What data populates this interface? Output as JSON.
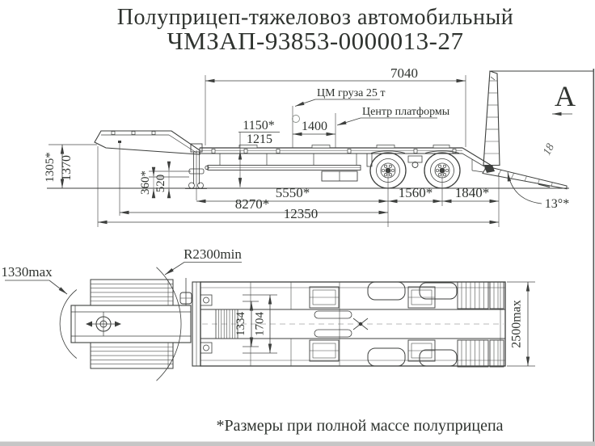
{
  "title": {
    "line1": "Полуприцеп-тяжеловоз автомобильный",
    "line2": "ЧМЗАП-93853-0000013-27"
  },
  "side_view": {
    "platform_length": "7040",
    "cargo_cg_label": "ЦМ груза 25 т",
    "platform_center_label": "Центр платформы",
    "deck_height_laden": "1150*",
    "deck_height_unladen": "1215",
    "cg_to_platform_center": "1400",
    "front_height_laden": "1305*",
    "front_height_unladen": "1370",
    "ground_clearance_laden": "360*",
    "ground_clearance_unladen": "520",
    "kingpin_to_first_axle": "5550*",
    "axle_base": "1560*",
    "axle_to_rear": "1840*",
    "kingpin_to_bogie_center": "8270*",
    "overall_length": "12350",
    "ramp_angle": "13°*",
    "view_label": "A",
    "ramp_mark": "18"
  },
  "plan_view": {
    "rear_swing_radius": "R2300min",
    "front_swing_radius": "1330max",
    "frame_width_inner": "1334",
    "frame_width_outer": "1704",
    "overall_width": "2500max"
  },
  "footnote": "*Размеры при полной массе полуприцепа",
  "colors": {
    "ink": "#2f332f",
    "line": "#3d3f3d",
    "paper": "#ffffff"
  }
}
